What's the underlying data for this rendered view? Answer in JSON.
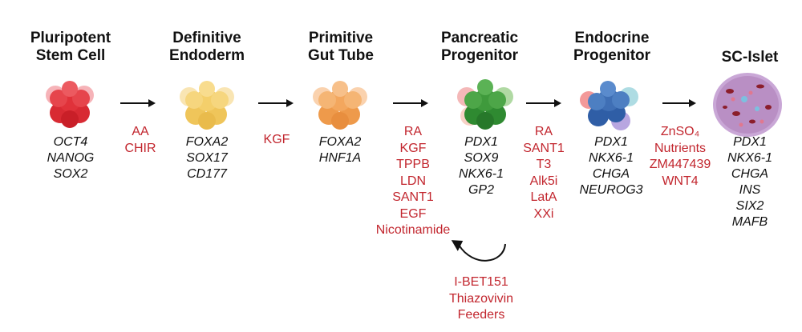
{
  "stages": [
    {
      "title": "Pluripotent\nStem Cell",
      "markers": [
        "OCT4",
        "NANOG",
        "SOX2"
      ],
      "color": "#e0323a"
    },
    {
      "title": "Definitive\nEndoderm",
      "markers": [
        "FOXA2",
        "SOX17",
        "CD177"
      ],
      "color": "#f4cf6b"
    },
    {
      "title": "Primitive\nGut Tube",
      "markers": [
        "FOXA2",
        "HNF1A"
      ],
      "color": "#f3a75e"
    },
    {
      "title": "Pancreatic\nProgenitor",
      "markers": [
        "PDX1",
        "SOX9",
        "NKX6-1",
        "GP2"
      ],
      "color": "#3f9a3c"
    },
    {
      "title": "Endocrine\nProgenitor",
      "markers": [
        "PDX1",
        "NKX6-1",
        "CHGA",
        "NEUROG3"
      ],
      "color": "#3f6fb5"
    },
    {
      "title": "SC-Islet",
      "markers": [
        "PDX1",
        "NKX6-1",
        "CHGA",
        "INS",
        "SIX2",
        "MAFB"
      ],
      "color": "#b98fc4"
    }
  ],
  "factors": [
    [
      "AA",
      "CHIR"
    ],
    [
      "KGF"
    ],
    [
      "RA",
      "KGF",
      "TPPB",
      "LDN",
      "SANT1",
      "EGF",
      "Nicotinamide"
    ],
    [
      "RA",
      "SANT1",
      "T3",
      "Alk5i",
      "LatA",
      "XXi"
    ],
    [
      "ZnSO₄",
      "Nutrients",
      "ZM447439",
      "WNT4"
    ]
  ],
  "feedback_factors": [
    "I-BET151",
    "Thiazovivin",
    "Feeders"
  ],
  "colors": {
    "factor_text": "#c2262e",
    "arrow": "#111111"
  }
}
